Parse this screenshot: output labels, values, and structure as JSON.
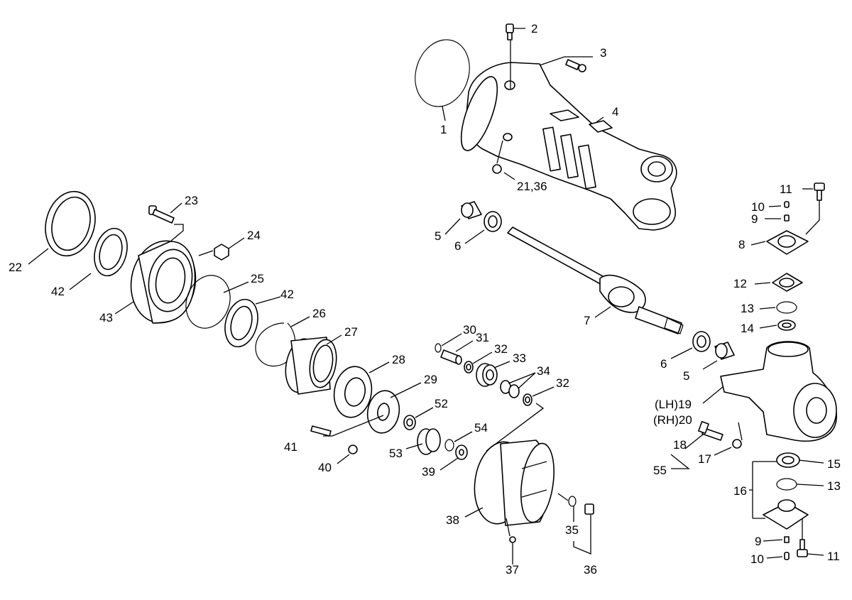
{
  "callouts": [
    {
      "id": "c1",
      "text": "1"
    },
    {
      "id": "c2",
      "text": "2"
    },
    {
      "id": "c3",
      "text": "3"
    },
    {
      "id": "c4",
      "text": "4"
    },
    {
      "id": "c2136",
      "text": "21,36"
    },
    {
      "id": "c11a",
      "text": "11"
    },
    {
      "id": "c10a",
      "text": "10"
    },
    {
      "id": "c9a",
      "text": "9"
    },
    {
      "id": "c8",
      "text": "8"
    },
    {
      "id": "c12",
      "text": "12"
    },
    {
      "id": "c13a",
      "text": "13"
    },
    {
      "id": "c14",
      "text": "14"
    },
    {
      "id": "c5a",
      "text": "5"
    },
    {
      "id": "c6a",
      "text": "6"
    },
    {
      "id": "c7",
      "text": "7"
    },
    {
      "id": "c6b",
      "text": "6"
    },
    {
      "id": "c5b",
      "text": "5"
    },
    {
      "id": "c19",
      "text": "(LH)19"
    },
    {
      "id": "c20",
      "text": "(RH)20"
    },
    {
      "id": "c18",
      "text": "18"
    },
    {
      "id": "c17",
      "text": "17"
    },
    {
      "id": "c55",
      "text": "55"
    },
    {
      "id": "c15",
      "text": "15"
    },
    {
      "id": "c16",
      "text": "16"
    },
    {
      "id": "c13b",
      "text": "13"
    },
    {
      "id": "c9b",
      "text": "9"
    },
    {
      "id": "c10b",
      "text": "10"
    },
    {
      "id": "c11b",
      "text": "11"
    },
    {
      "id": "c23",
      "text": "23"
    },
    {
      "id": "c24",
      "text": "24"
    },
    {
      "id": "c22",
      "text": "22"
    },
    {
      "id": "c42a",
      "text": "42"
    },
    {
      "id": "c43",
      "text": "43"
    },
    {
      "id": "c25",
      "text": "25"
    },
    {
      "id": "c42b",
      "text": "42"
    },
    {
      "id": "c26",
      "text": "26"
    },
    {
      "id": "c27",
      "text": "27"
    },
    {
      "id": "c28",
      "text": "28"
    },
    {
      "id": "c29",
      "text": "29"
    },
    {
      "id": "c30",
      "text": "30"
    },
    {
      "id": "c31",
      "text": "31"
    },
    {
      "id": "c32a",
      "text": "32"
    },
    {
      "id": "c33",
      "text": "33"
    },
    {
      "id": "c34",
      "text": "34"
    },
    {
      "id": "c32b",
      "text": "32"
    },
    {
      "id": "c52",
      "text": "52"
    },
    {
      "id": "c54",
      "text": "54"
    },
    {
      "id": "c53",
      "text": "53"
    },
    {
      "id": "c41",
      "text": "41"
    },
    {
      "id": "c40",
      "text": "40"
    },
    {
      "id": "c39",
      "text": "39"
    },
    {
      "id": "c38",
      "text": "38"
    },
    {
      "id": "c35",
      "text": "35"
    },
    {
      "id": "c37",
      "text": "37"
    },
    {
      "id": "c36",
      "text": "36"
    }
  ]
}
